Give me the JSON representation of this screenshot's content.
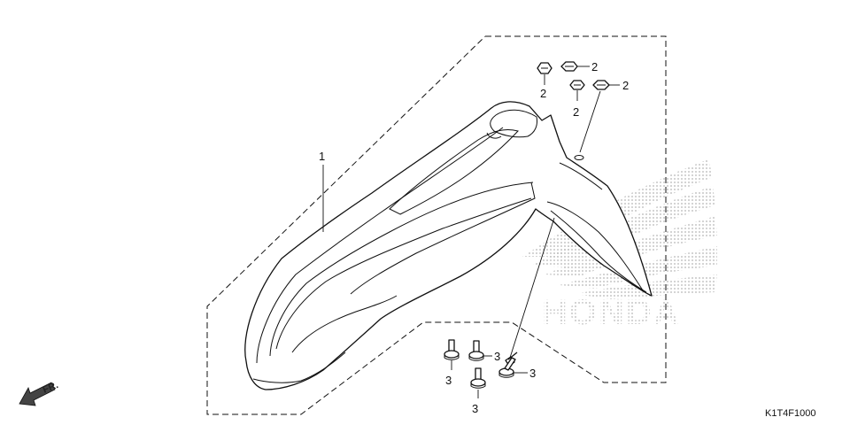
{
  "diagram": {
    "code": "K1T4F1000",
    "direction_label": "FR.",
    "watermark_text": "HONDA",
    "callouts": [
      {
        "id": "part-1",
        "label": "1"
      },
      {
        "id": "nut-a",
        "label": "2"
      },
      {
        "id": "nut-b",
        "label": "2"
      },
      {
        "id": "nut-c",
        "label": "2"
      },
      {
        "id": "nut-d",
        "label": "2"
      },
      {
        "id": "bolt-a",
        "label": "3"
      },
      {
        "id": "bolt-b",
        "label": "3"
      },
      {
        "id": "bolt-c",
        "label": "3"
      },
      {
        "id": "bolt-d",
        "label": "3"
      }
    ]
  }
}
